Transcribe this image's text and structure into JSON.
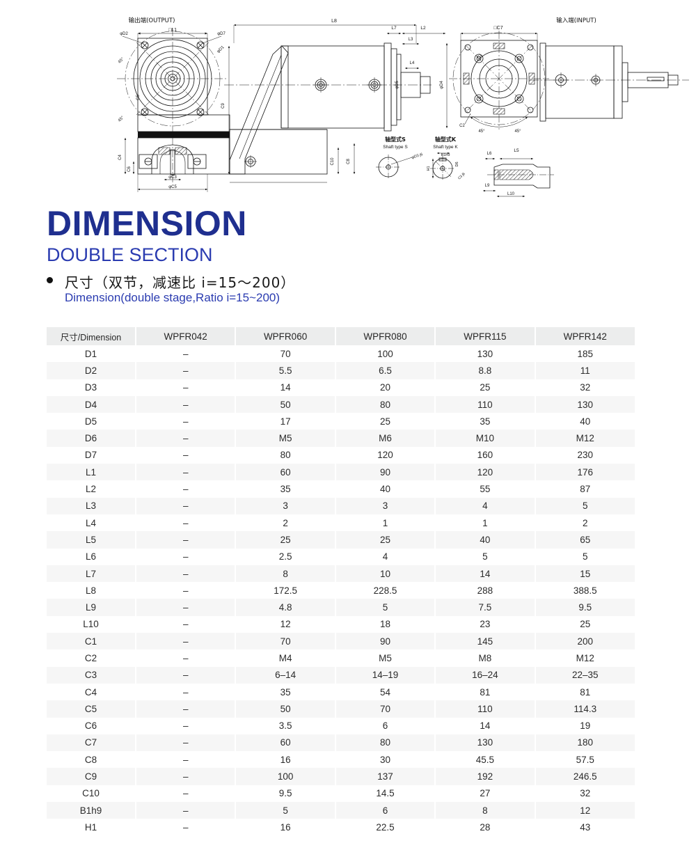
{
  "drawing": {
    "labels": {
      "output_end": "输出端(OUTPUT)",
      "input_end": "输入端(INPUT)",
      "shaft_type_s_cn": "轴型式S",
      "shaft_type_s_en": "Shaft type S",
      "shaft_type_k_cn": "轴型式K",
      "shaft_type_k_en": "Shaft type K"
    },
    "dimension_callouts": [
      "□L1",
      "φD2",
      "φD7",
      "φD1",
      "45°",
      "45°",
      "C5",
      "C4",
      "C6",
      "φC3",
      "φC5",
      "C9",
      "C10",
      "C8",
      "L8",
      "L7",
      "L2",
      "L3",
      "L4",
      "φD6",
      "φD5",
      "φD3",
      "□C7",
      "C1",
      "C2",
      "45°",
      "45°",
      "L6",
      "L5",
      "L9",
      "L10",
      "B1h9",
      "H1",
      "φD3 j6",
      "D6",
      "C3 j6"
    ]
  },
  "title": {
    "main": "DIMENSION",
    "sub": "DOUBLE SECTION",
    "accent_color": "#1f2f8f",
    "sub_color": "#2a3bb0"
  },
  "section": {
    "heading_cn": "尺寸（双节，减速比 i=15～200）",
    "heading_en": "Dimension(double stage,Ratio i=15~200)",
    "bullet": "•"
  },
  "table": {
    "columns": [
      "尺寸/Dimension",
      "WPFR042",
      "WPFR060",
      "WPFR080",
      "WPFR115",
      "WPFR142"
    ],
    "rows": [
      {
        "label": "D1",
        "values": [
          "–",
          "70",
          "100",
          "130",
          "185"
        ]
      },
      {
        "label": "D2",
        "values": [
          "–",
          "5.5",
          "6.5",
          "8.8",
          "11"
        ]
      },
      {
        "label": "D3",
        "values": [
          "–",
          "14",
          "20",
          "25",
          "32"
        ]
      },
      {
        "label": "D4",
        "values": [
          "–",
          "50",
          "80",
          "110",
          "130"
        ]
      },
      {
        "label": "D5",
        "values": [
          "–",
          "17",
          "25",
          "35",
          "40"
        ]
      },
      {
        "label": "D6",
        "values": [
          "–",
          "M5",
          "M6",
          "M10",
          "M12"
        ]
      },
      {
        "label": "D7",
        "values": [
          "–",
          "80",
          "120",
          "160",
          "230"
        ]
      },
      {
        "label": "L1",
        "values": [
          "–",
          "60",
          "90",
          "120",
          "176"
        ]
      },
      {
        "label": "L2",
        "values": [
          "–",
          "35",
          "40",
          "55",
          "87"
        ]
      },
      {
        "label": "L3",
        "values": [
          "–",
          "3",
          "3",
          "4",
          "5"
        ]
      },
      {
        "label": "L4",
        "values": [
          "–",
          "2",
          "1",
          "1",
          "2"
        ]
      },
      {
        "label": "L5",
        "values": [
          "–",
          "25",
          "25",
          "40",
          "65"
        ]
      },
      {
        "label": "L6",
        "values": [
          "–",
          "2.5",
          "4",
          "5",
          "5"
        ]
      },
      {
        "label": "L7",
        "values": [
          "–",
          "8",
          "10",
          "14",
          "15"
        ]
      },
      {
        "label": "L8",
        "values": [
          "–",
          "172.5",
          "228.5",
          "288",
          "388.5"
        ]
      },
      {
        "label": "L9",
        "values": [
          "–",
          "4.8",
          "5",
          "7.5",
          "9.5"
        ]
      },
      {
        "label": "L10",
        "values": [
          "–",
          "12",
          "18",
          "23",
          "25"
        ]
      },
      {
        "label": "C1",
        "values": [
          "–",
          "70",
          "90",
          "145",
          "200"
        ]
      },
      {
        "label": "C2",
        "values": [
          "–",
          "M4",
          "M5",
          "M8",
          "M12"
        ]
      },
      {
        "label": "C3",
        "values": [
          "–",
          "6–14",
          "14–19",
          "16–24",
          "22–35"
        ]
      },
      {
        "label": "C4",
        "values": [
          "–",
          "35",
          "54",
          "81",
          "81"
        ]
      },
      {
        "label": "C5",
        "values": [
          "–",
          "50",
          "70",
          "110",
          "114.3"
        ]
      },
      {
        "label": "C6",
        "values": [
          "–",
          "3.5",
          "6",
          "14",
          "19"
        ]
      },
      {
        "label": "C7",
        "values": [
          "–",
          "60",
          "80",
          "130",
          "180"
        ]
      },
      {
        "label": "C8",
        "values": [
          "–",
          "16",
          "30",
          "45.5",
          "57.5"
        ]
      },
      {
        "label": "C9",
        "values": [
          "–",
          "100",
          "137",
          "192",
          "246.5"
        ]
      },
      {
        "label": "C10",
        "values": [
          "–",
          "9.5",
          "14.5",
          "27",
          "32"
        ]
      },
      {
        "label": "B1h9",
        "values": [
          "–",
          "5",
          "6",
          "8",
          "12"
        ]
      },
      {
        "label": "H1",
        "values": [
          "–",
          "16",
          "22.5",
          "28",
          "43"
        ]
      }
    ]
  }
}
